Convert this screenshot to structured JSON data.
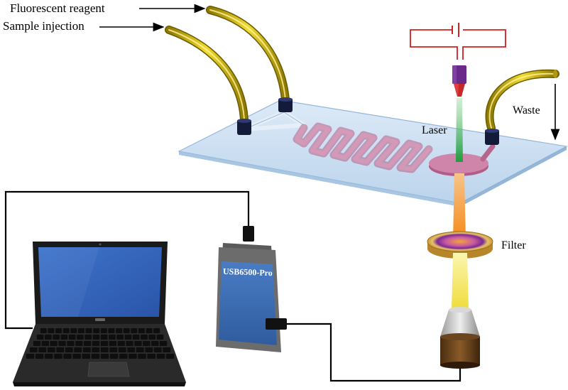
{
  "labels": {
    "fluorescent_reagent": "Fluorescent reagent",
    "sample_injection": "Sample injection",
    "laser": "Laser",
    "waste": "Waste",
    "filter": "Filter",
    "device": "USB6500-Pro"
  },
  "colors": {
    "tube": "#d4b800",
    "chip": "#c8ddf0",
    "channel": "#c07090",
    "laser_beam": "#22aa44",
    "emission_orange": "#f59a2c",
    "emission_yellow": "#f2e04a",
    "circuit": "#d02020",
    "laptop_screen": "#2f5fb8",
    "device_body": "#3d6cb0"
  }
}
